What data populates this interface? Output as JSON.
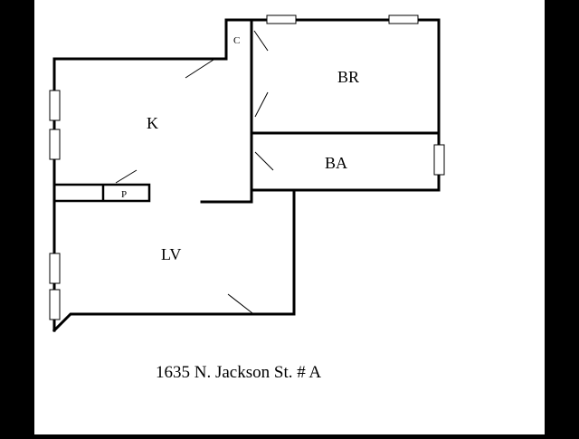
{
  "rooms": {
    "closet": "C",
    "bedroom": "BR",
    "kitchen": "K",
    "bathroom": "BA",
    "pantry": "P",
    "living": "LV"
  },
  "address": "1635 N. Jackson St. # A",
  "colors": {
    "background": "#ffffff",
    "side_bars": "#000000",
    "lines": "#000000"
  }
}
